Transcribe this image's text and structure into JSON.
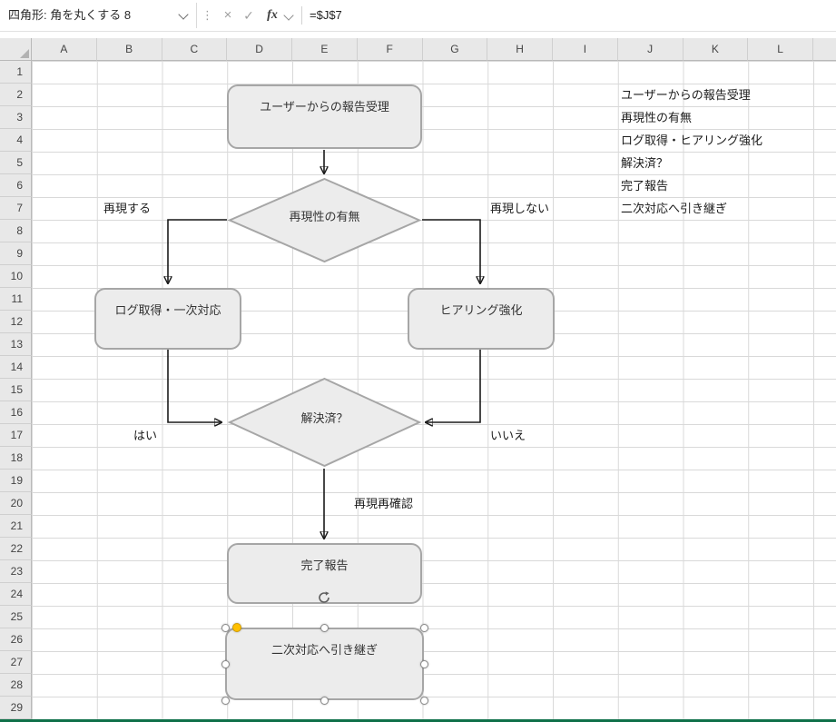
{
  "formula_bar": {
    "name_box_value": "四角形: 角を丸くする 8",
    "formula_value": "=$J$7",
    "icons": {
      "name_box_dropdown": "chevron-down",
      "drag_dots": "⋮",
      "cancel": "×",
      "enter": "✓",
      "insert_function": "fx",
      "options_chevron": "chevron-down"
    }
  },
  "grid": {
    "columns": [
      "A",
      "B",
      "C",
      "D",
      "E",
      "F",
      "G",
      "H",
      "I",
      "J",
      "K",
      "L"
    ],
    "rows": [
      "1",
      "2",
      "3",
      "4",
      "5",
      "6",
      "7",
      "8",
      "9",
      "10",
      "11",
      "12",
      "13",
      "14",
      "15",
      "16",
      "17",
      "18",
      "19",
      "20",
      "21",
      "22",
      "23",
      "24",
      "25",
      "26",
      "27",
      "28",
      "29"
    ]
  },
  "cells": [
    {
      "ref": "J2",
      "text": "ユーザーからの報告受理"
    },
    {
      "ref": "J3",
      "text": "再現性の有無"
    },
    {
      "ref": "J4",
      "text": "ログ取得・ヒアリング強化"
    },
    {
      "ref": "J5",
      "text": "解決済？"
    },
    {
      "ref": "J6",
      "text": "完了報告"
    },
    {
      "ref": "J7",
      "text": "二次対応へ引き継ぎ"
    }
  ],
  "flowchart": {
    "nodes": {
      "report": "ユーザーからの報告受理",
      "reproducibility": "再現性の有無",
      "log_action": "ログ取得・一次対応",
      "hearing": "ヒアリング強化",
      "resolved": "解決済？",
      "complete": "完了報告",
      "handoff": "二次対応へ引き継ぎ"
    },
    "labels": {
      "reproduce": "再現する",
      "not_reproduce": "再現しない",
      "yes": "はい",
      "no": "いいえ",
      "recheck": "再現再確認"
    }
  },
  "colors": {
    "shape_fill": "#ececec",
    "shape_border": "#a6a6a6",
    "arrow": "#1a1a1a",
    "header_bg": "#e8e8e8",
    "gridline": "#d9d9d9",
    "status_bar_green": "#0f7049",
    "selection_handle_yellow": "#ffc000"
  }
}
